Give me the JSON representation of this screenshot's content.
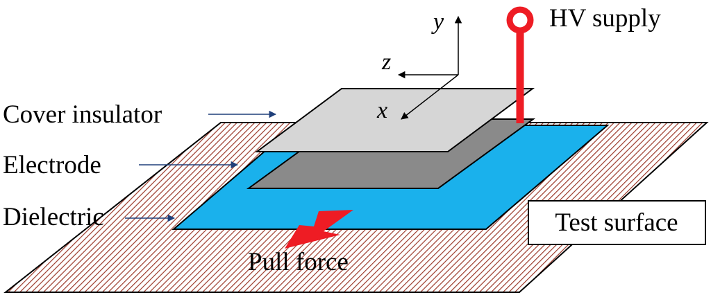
{
  "labels": {
    "cover_insulator": "Cover insulator",
    "electrode": "Electrode",
    "dielectric": "Dielectric",
    "test_surface": "Test surface",
    "pull_force": "Pull force",
    "hv_supply": "HV supply"
  },
  "axes": {
    "x": "x",
    "y": "y",
    "z": "z"
  },
  "colors": {
    "test_surface_hatch": "#9c3b2c",
    "dielectric_fill": "#1ab1ec",
    "electrode_fill": "#8a8a8a",
    "cover_fill": "#d6d6d6",
    "hv_lead": "#ee1c24",
    "pull_arrow": "#ee1c24",
    "pointer_arrow": "#1f3f7a"
  }
}
